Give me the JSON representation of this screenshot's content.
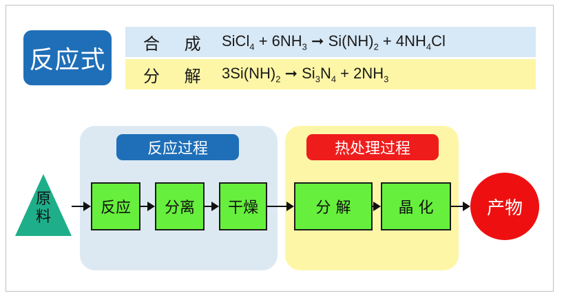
{
  "badge": {
    "label": "反应式"
  },
  "equations": [
    {
      "label": "合 成",
      "formula_html": "SiCl<sub>4</sub> + 6NH<sub>3</sub> ➞ Si(NH)<sub>2</sub> + 4NH<sub>4</sub>Cl"
    },
    {
      "label": "分 解",
      "formula_html": "3Si(NH)<sub>2</sub> ➞ Si<sub>3</sub>N<sub>4</sub> + 2NH<sub>3</sub>"
    }
  ],
  "stages": [
    {
      "title": "反应过程",
      "color": "#1f6fb8"
    },
    {
      "title": "热处理过程",
      "color": "#ef1c1c"
    }
  ],
  "flow": {
    "start": "原料",
    "steps": [
      "反应",
      "分离",
      "干燥",
      "分 解",
      "晶 化"
    ],
    "end": "产物"
  },
  "colors": {
    "step_box": "#66ef3c",
    "start_triangle": "#1fae8a",
    "end_circle": "#ee1010",
    "panel_reaction": "#dde9f2",
    "panel_heat": "#fdf6a6"
  }
}
